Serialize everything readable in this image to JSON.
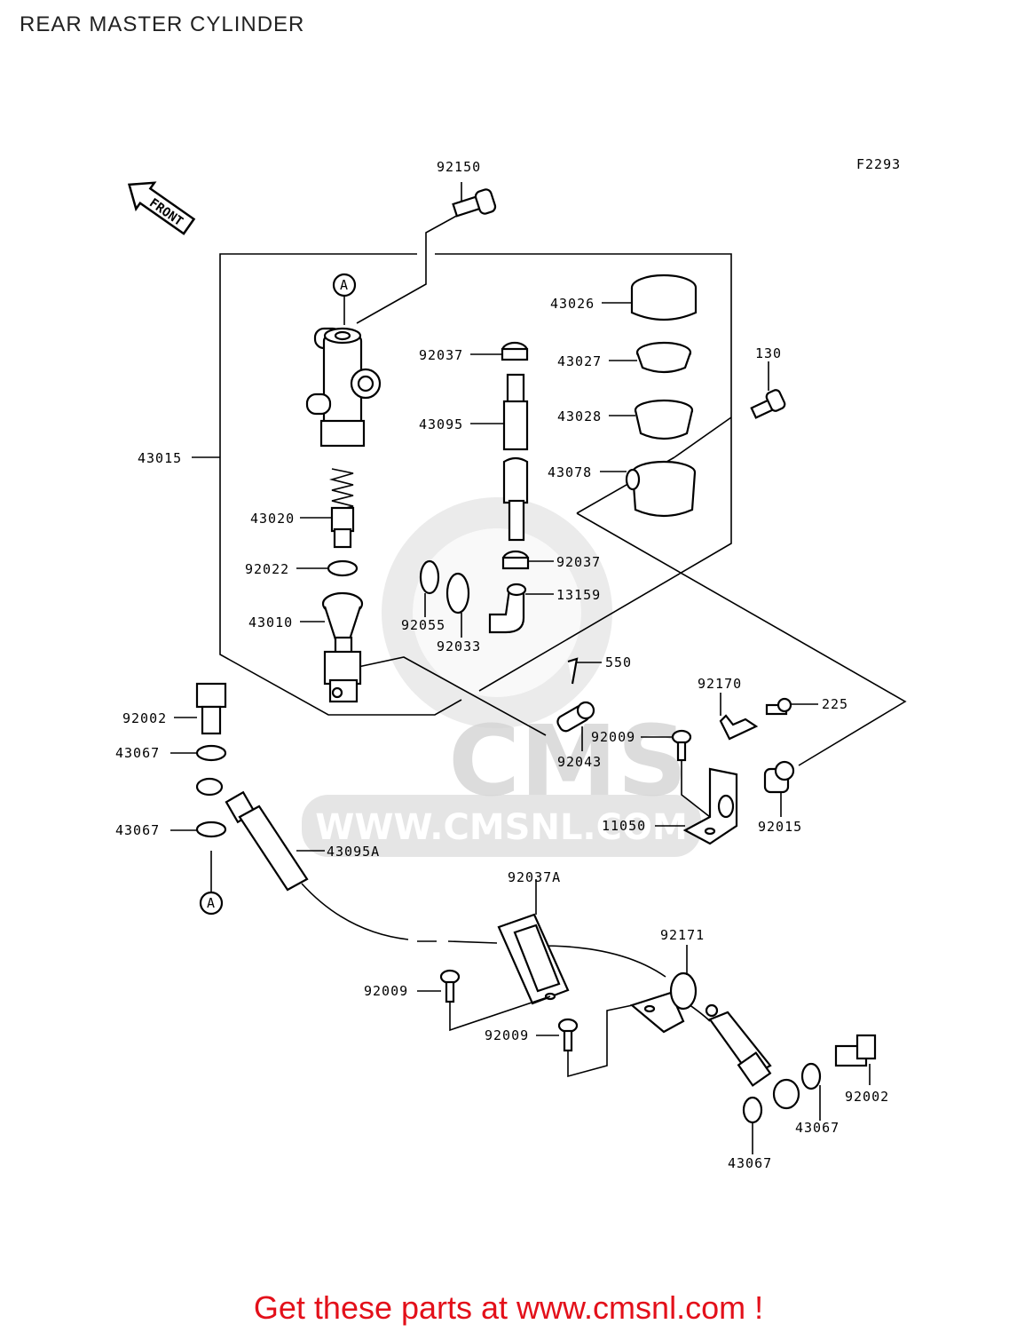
{
  "page": {
    "title": "REAR MASTER CYLINDER",
    "figure_code": "F2293",
    "front_label": "FRONT",
    "callout_a": "A",
    "watermark_text": "WWW.CMSNL.COM",
    "watermark_logo": "CMS",
    "footer_text": "Get these parts at www.cmsnl.com !"
  },
  "parts": {
    "p92150": "92150",
    "p43026": "43026",
    "p92037a": "92037",
    "p43027": "43027",
    "p130": "130",
    "p43095": "43095",
    "p43028": "43028",
    "p43015": "43015",
    "p43078": "43078",
    "p43020": "43020",
    "p92022": "92022",
    "p92037b": "92037",
    "p13159": "13159",
    "p92055": "92055",
    "p43010": "43010",
    "p92033": "92033",
    "p550": "550",
    "p92170": "92170",
    "p225": "225",
    "p92002a": "92002",
    "p92009a": "92009",
    "p43067a": "43067",
    "p92043": "92043",
    "p11050": "11050",
    "p92015": "92015",
    "p43067b": "43067",
    "p43095A": "43095A",
    "p92037A": "92037A",
    "p92171": "92171",
    "p92009b": "92009",
    "p92009c": "92009",
    "p92002b": "92002",
    "p43067c": "43067",
    "p43067d": "43067"
  },
  "icons": [
    "front-arrow-icon",
    "cms-watermark-logo"
  ],
  "colors": {
    "footer": "#e3101a",
    "watermark": "#d6d6d6",
    "ink": "#000000"
  }
}
